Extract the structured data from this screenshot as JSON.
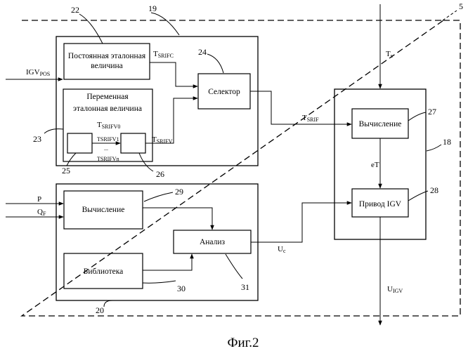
{
  "caption": "Фиг.2",
  "numbers": {
    "n5": "5",
    "n18": "18",
    "n19": "19",
    "n20": "20",
    "n22": "22",
    "n23": "23",
    "n24": "24",
    "n25": "25",
    "n26": "26",
    "n27": "27",
    "n28": "28",
    "n29": "29",
    "n30": "30",
    "n31": "31"
  },
  "blocks": {
    "constant_line1": "Постоянная эталонная",
    "constant_line2": "величина",
    "variable_line1": "Переменная",
    "variable_line2": "эталонная величина",
    "selector": "Селектор",
    "calc_top": "Вычисление",
    "igv_drive": "Привод IGV",
    "calc_bottom": "Вычисление",
    "analysis": "Анализ",
    "library": "Библиотека",
    "dots": "..."
  },
  "signals": {
    "igv_pos_main": "IGV",
    "igv_pos_sub": "POS",
    "t_srifc_main": "T",
    "t_srifc_sub": "SRIFC",
    "t_srifv_main": "T",
    "t_srifv_sub": "SRIFV",
    "t_srifv0_main": "T",
    "t_srifv0_sub": "SRIFV0",
    "t_srifv1": "TSRIFV1",
    "t_srifvn": "TSRIFVn",
    "t_srif_main": "T",
    "t_srif_sub": "SRIF",
    "ts_main": "T",
    "ts_sub": "s",
    "et": "eT",
    "p": "P",
    "qf_main": "Q",
    "qf_sub": "F",
    "uc_main": "U",
    "uc_sub": "c",
    "uigv_main": "U",
    "uigv_sub": "IGV"
  }
}
